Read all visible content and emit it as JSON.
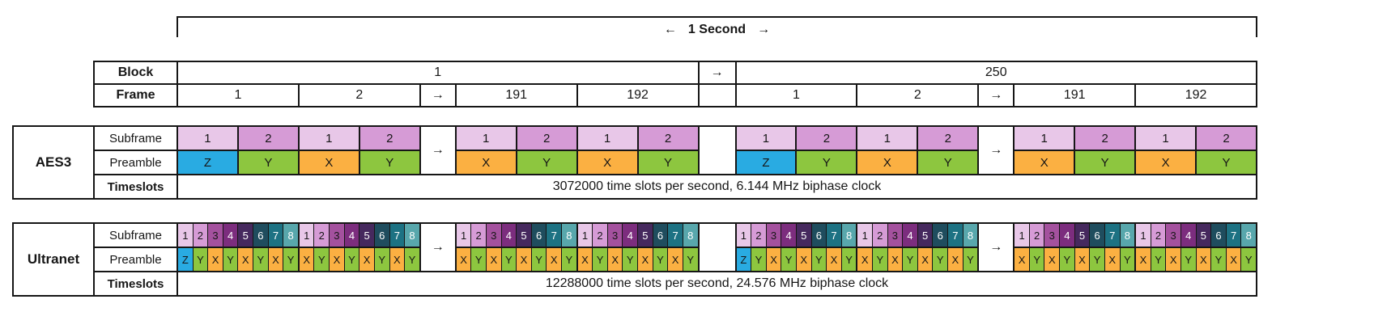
{
  "bracket": {
    "left_arrow": "←",
    "label": "1 Second",
    "right_arrow": "→"
  },
  "block_frame": {
    "block_label": "Block",
    "frame_label": "Frame",
    "block_separator": "→",
    "halves": [
      {
        "block": "1",
        "frames": [
          "1",
          "2",
          "→",
          "191",
          "192"
        ]
      },
      {
        "block": "250",
        "frames": [
          "1",
          "2",
          "→",
          "191",
          "192"
        ]
      }
    ]
  },
  "aes3": {
    "title": "AES3",
    "subframe_label": "Subframe",
    "preamble_label": "Preamble",
    "timeslots_label": "Timeslots",
    "arrow": "→",
    "timeslots_text": "3072000 time slots per second,  6.144 MHz biphase clock",
    "halves": [
      {
        "frames": [
          {
            "subframes": [
              "1",
              "2"
            ],
            "preambles": [
              "Z",
              "Y"
            ]
          },
          {
            "subframes": [
              "1",
              "2"
            ],
            "preambles": [
              "X",
              "Y"
            ]
          },
          "arrow",
          {
            "subframes": [
              "1",
              "2"
            ],
            "preambles": [
              "X",
              "Y"
            ]
          },
          {
            "subframes": [
              "1",
              "2"
            ],
            "preambles": [
              "X",
              "Y"
            ]
          }
        ]
      },
      {
        "frames": [
          {
            "subframes": [
              "1",
              "2"
            ],
            "preambles": [
              "Z",
              "Y"
            ]
          },
          {
            "subframes": [
              "1",
              "2"
            ],
            "preambles": [
              "X",
              "Y"
            ]
          },
          "arrow",
          {
            "subframes": [
              "1",
              "2"
            ],
            "preambles": [
              "X",
              "Y"
            ]
          },
          {
            "subframes": [
              "1",
              "2"
            ],
            "preambles": [
              "X",
              "Y"
            ]
          }
        ]
      }
    ]
  },
  "ultranet": {
    "title": "Ultranet",
    "subframe_label": "Subframe",
    "preamble_label": "Preamble",
    "timeslots_label": "Timeslots",
    "arrow": "→",
    "timeslots_text": "12288000 time slots per second,  24.576 MHz biphase clock",
    "halves": [
      {
        "frames": [
          {
            "subframes": [
              "1",
              "2",
              "3",
              "4",
              "5",
              "6",
              "7",
              "8"
            ],
            "preambles": [
              "Z",
              "Y",
              "X",
              "Y",
              "X",
              "Y",
              "X",
              "Y"
            ]
          },
          {
            "subframes": [
              "1",
              "2",
              "3",
              "4",
              "5",
              "6",
              "7",
              "8"
            ],
            "preambles": [
              "X",
              "Y",
              "X",
              "Y",
              "X",
              "Y",
              "X",
              "Y"
            ]
          },
          "arrow",
          {
            "subframes": [
              "1",
              "2",
              "3",
              "4",
              "5",
              "6",
              "7",
              "8"
            ],
            "preambles": [
              "X",
              "Y",
              "X",
              "Y",
              "X",
              "Y",
              "X",
              "Y"
            ]
          },
          {
            "subframes": [
              "1",
              "2",
              "3",
              "4",
              "5",
              "6",
              "7",
              "8"
            ],
            "preambles": [
              "X",
              "Y",
              "X",
              "Y",
              "X",
              "Y",
              "X",
              "Y"
            ]
          }
        ]
      },
      {
        "frames": [
          {
            "subframes": [
              "1",
              "2",
              "3",
              "4",
              "5",
              "6",
              "7",
              "8"
            ],
            "preambles": [
              "Z",
              "Y",
              "X",
              "Y",
              "X",
              "Y",
              "X",
              "Y"
            ]
          },
          {
            "subframes": [
              "1",
              "2",
              "3",
              "4",
              "5",
              "6",
              "7",
              "8"
            ],
            "preambles": [
              "X",
              "Y",
              "X",
              "Y",
              "X",
              "Y",
              "X",
              "Y"
            ]
          },
          "arrow",
          {
            "subframes": [
              "1",
              "2",
              "3",
              "4",
              "5",
              "6",
              "7",
              "8"
            ],
            "preambles": [
              "X",
              "Y",
              "X",
              "Y",
              "X",
              "Y",
              "X",
              "Y"
            ]
          },
          {
            "subframes": [
              "1",
              "2",
              "3",
              "4",
              "5",
              "6",
              "7",
              "8"
            ],
            "preambles": [
              "X",
              "Y",
              "X",
              "Y",
              "X",
              "Y",
              "X",
              "Y"
            ]
          }
        ]
      }
    ]
  },
  "colors": {
    "preamble_bg": {
      "Z": "#29abe2",
      "Y": "#8dc63f",
      "X": "#fbb042"
    },
    "preamble_text": "#161616",
    "aes3_subframe_bg": [
      "#e8c7e8",
      "#d69bd6"
    ],
    "aes3_subframe_text": [
      "#161616",
      "#161616"
    ],
    "ultranet_subframe_bg": [
      "#e8c7e8",
      "#d69bd6",
      "#a4519e",
      "#7c2d7e",
      "#46295e",
      "#1f4d5e",
      "#1d7283",
      "#58a7ac"
    ],
    "ultranet_subframe_text": [
      "#161616",
      "#161616",
      "#161616",
      "#ffffff",
      "#ffffff",
      "#ffffff",
      "#ffffff",
      "#ffffff"
    ]
  }
}
